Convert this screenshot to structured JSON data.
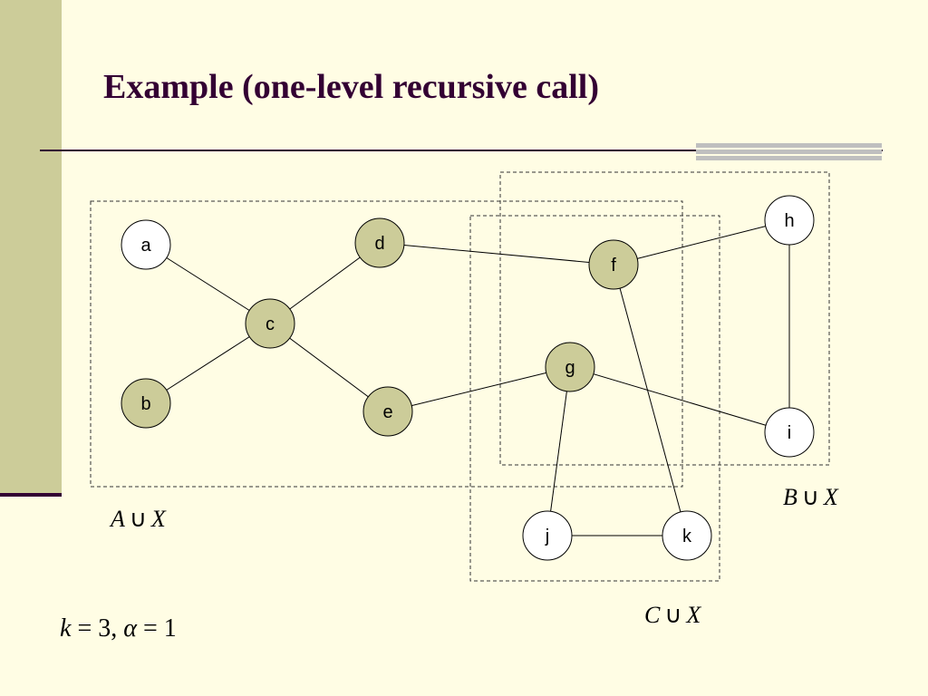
{
  "slide": {
    "title": "Example (one-level recursive call)",
    "colors": {
      "background": "#fffde4",
      "side_band": "#cccc99",
      "title_text": "#330033",
      "node_shaded": "#cccc99",
      "node_plain": "#ffffff"
    }
  },
  "graph": {
    "nodes": [
      {
        "id": "a",
        "label": "a",
        "shaded": false
      },
      {
        "id": "b",
        "label": "b",
        "shaded": true
      },
      {
        "id": "c",
        "label": "c",
        "shaded": true
      },
      {
        "id": "d",
        "label": "d",
        "shaded": true
      },
      {
        "id": "e",
        "label": "e",
        "shaded": true
      },
      {
        "id": "f",
        "label": "f",
        "shaded": true
      },
      {
        "id": "g",
        "label": "g",
        "shaded": true
      },
      {
        "id": "h",
        "label": "h",
        "shaded": false
      },
      {
        "id": "i",
        "label": "i",
        "shaded": false
      },
      {
        "id": "j",
        "label": "j",
        "shaded": false
      },
      {
        "id": "k",
        "label": "k",
        "shaded": false
      }
    ],
    "edges": [
      [
        "a",
        "c"
      ],
      [
        "b",
        "c"
      ],
      [
        "c",
        "d"
      ],
      [
        "c",
        "e"
      ],
      [
        "d",
        "f"
      ],
      [
        "e",
        "g"
      ],
      [
        "f",
        "h"
      ],
      [
        "f",
        "k"
      ],
      [
        "g",
        "i"
      ],
      [
        "g",
        "j"
      ],
      [
        "h",
        "i"
      ],
      [
        "j",
        "k"
      ]
    ],
    "regions": [
      {
        "id": "A",
        "label_set": "A",
        "label_op": "∪",
        "label_sep": "X"
      },
      {
        "id": "B",
        "label_set": "B",
        "label_op": "∪",
        "label_sep": "X"
      },
      {
        "id": "C",
        "label_set": "C",
        "label_op": "∪",
        "label_sep": "X"
      }
    ]
  },
  "parameters": {
    "k_symbol": "k",
    "k_eq": "= 3,",
    "alpha_symbol": "α",
    "alpha_eq": "= 1"
  }
}
